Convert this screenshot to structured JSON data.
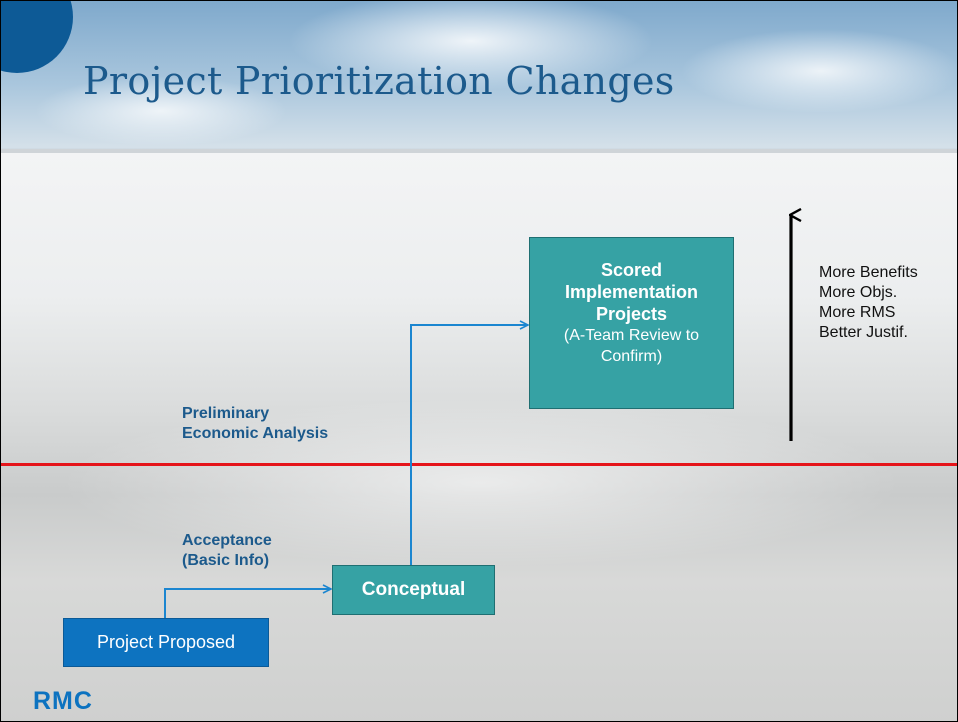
{
  "title": "Project Prioritization Changes",
  "boxes": {
    "scored": {
      "line1": "Scored",
      "line2": "Implementation",
      "line3": "Projects",
      "sub1": "(A-Team Review to",
      "sub2": "Confirm)"
    },
    "conceptual": "Conceptual",
    "proposed": "Project Proposed"
  },
  "labels": {
    "preliminary_line1": "Preliminary",
    "preliminary_line2": "Economic Analysis",
    "acceptance_line1": "Acceptance",
    "acceptance_line2": "(Basic Info)"
  },
  "benefits": [
    "More Benefits",
    "More Objs.",
    "More RMS",
    "Better Justif."
  ],
  "logo": "RMC",
  "colors": {
    "title": "#1c5a8c",
    "teal_box": "#36a2a4",
    "blue_box": "#0d73c0",
    "divider": "#e5141a",
    "connector": "#1b86d0"
  }
}
